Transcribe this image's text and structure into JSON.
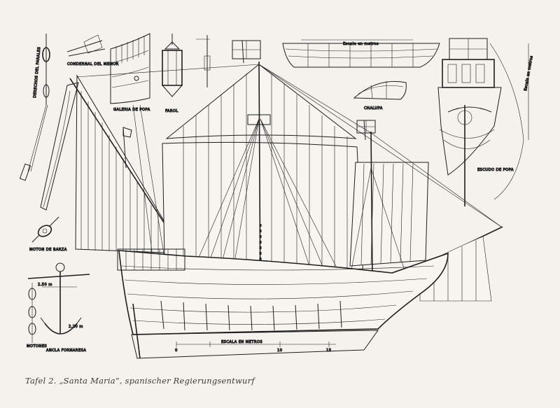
{
  "caption": "Tafel 2. „Santa Maria“, spanischer Regierungsentwurf",
  "labels": {
    "boat_scale": "Escala en metros",
    "chalupa": "CHALUPA",
    "stern_scale": "Escala en metros",
    "escudo_de_popa": "ESCUDO DE POPA",
    "motonera": "CONDERNAL DEL MEMOR",
    "lantern": "FAROL",
    "gallery": "GALERIA DE POPA",
    "block_left": "MOTON DE BARZA",
    "rigging_left": "DERECHOS DEL PARALES",
    "anchor": "ANCLA FORNARESA",
    "anchor_block": "MOTONES",
    "hull_scale": "ESCALA EN METROS",
    "anchor_dim": "2.50 m",
    "anchor_dim2": "2.20 m"
  },
  "hull_scale_ticks": [
    "0",
    "10",
    "15"
  ],
  "colors": {
    "paper": "#f4f2ed",
    "ink": "#1e1e1e"
  }
}
